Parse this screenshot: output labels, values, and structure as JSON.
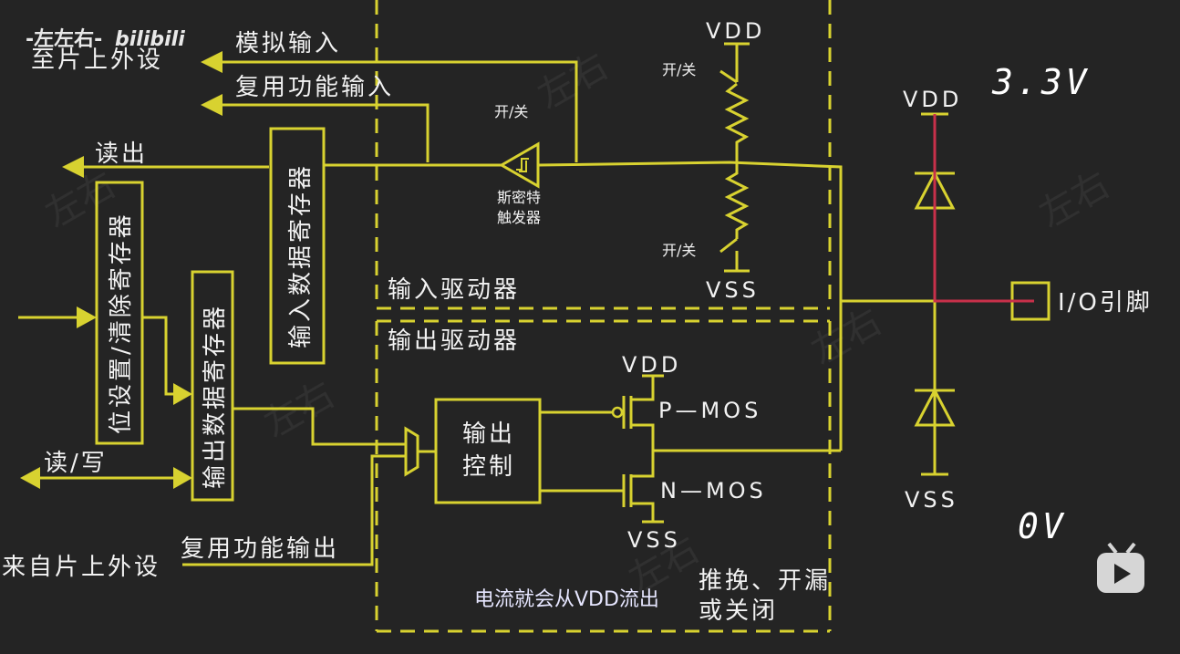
{
  "watermark": {
    "text": "-左左右-",
    "logo": "bilibili"
  },
  "labels": {
    "analog_input": "模拟输入",
    "to_peripheral": "至片上外设",
    "alt_func_input": "复用功能输入",
    "read_out": "读出",
    "on_off_1": "开/关",
    "on_off_2": "开/关",
    "on_off_3": "开/关",
    "schmitt_1": "斯密特",
    "schmitt_2": "触发器",
    "input_data_reg": "输入数据寄存器",
    "bit_set_clear_reg": "位设置/清除寄存器",
    "output_data_reg": "输出数据寄存器",
    "read_write": "读/写",
    "from_peripheral": "来自片上外设",
    "alt_func_output": "复用功能输出",
    "input_driver": "输入驱动器",
    "output_driver": "输出驱动器",
    "output_control_1": "输出",
    "output_control_2": "控制",
    "vdd_top": "VDD",
    "vss_top": "VSS",
    "vdd_out": "VDD",
    "vss_out": "VSS",
    "vdd_pin": "VDD",
    "vss_pin": "VSS",
    "pmos": "P—MOS",
    "nmos": "N—MOS",
    "io_pin": "I/O引脚",
    "mode_1": "推挽、开漏",
    "mode_2": "或关闭",
    "volt_high": "3.3V",
    "volt_low": "0V"
  },
  "subtitle": "电流就会从VDD流出",
  "colors": {
    "wire": "#d8d230",
    "current_path": "#c8304a",
    "background": "#242424"
  },
  "icons": {
    "player": "bilibili-tv-icon"
  }
}
